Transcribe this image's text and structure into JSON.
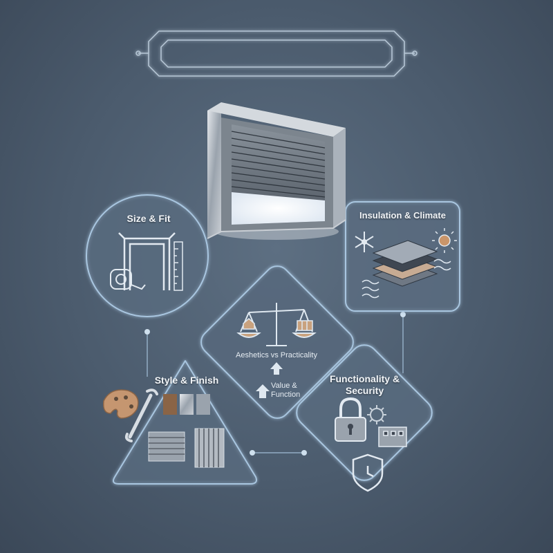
{
  "center": {
    "caption": "Aeshetics vs Practicality",
    "sub_caption": "Value & Function"
  },
  "nodes": {
    "size_fit": {
      "title": "Size & Fit"
    },
    "insulation": {
      "title": "Insulation & Climate"
    },
    "style": {
      "title": "Style & Finish"
    },
    "functionality": {
      "title": "Functionality & Security"
    }
  },
  "colors": {
    "background": "#4b5b6d",
    "glow_line": "#a9c6e0",
    "panel_fill": "#5c6f84",
    "text": "#f2f5f8"
  },
  "icons": [
    "title-banner-frame",
    "garage-door-icon",
    "tape-measure-icon",
    "door-frame-icon",
    "ruler-icon",
    "snowflake-icon",
    "sun-icon",
    "insulation-layers-icon",
    "heat-wave-icon",
    "scale-icon",
    "house-icon",
    "building-icon",
    "up-arrow-icon",
    "palette-icon",
    "wrench-icon",
    "material-swatches-icon",
    "padlock-icon",
    "gear-icon",
    "shield-clock-icon"
  ]
}
